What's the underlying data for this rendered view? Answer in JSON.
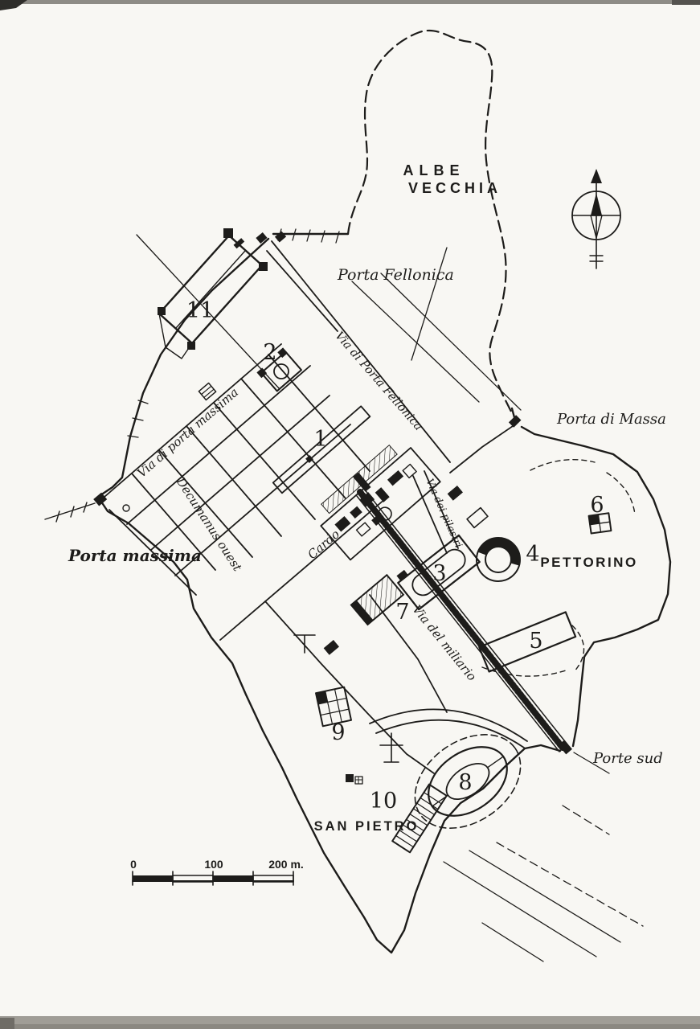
{
  "colors": {
    "ink": "#1d1c1a",
    "paper": "#f8f7f3"
  },
  "regions": {
    "albe_line1": "ALBE",
    "albe_line2": "VECCHIA",
    "pettorino": "PETTORINO",
    "san_pietro": "SAN PIETRO"
  },
  "gates": {
    "porta_fellonica": "Porta Fellonica",
    "porta_di_massa": "Porta di Massa",
    "porta_massima": "Porta massima",
    "porte_sud": "Porte sud"
  },
  "streets": {
    "via_di_porta_massima": "Via di porta massima",
    "via_di_porta_fellonica": "Via di Porta Fellonica",
    "decumanus_ouest": "Decumanus ouest",
    "cardo": "Cardo",
    "via_dei_pilastri": "Via dei pilastri",
    "via_del_miliario": "Via del miliario"
  },
  "markers": {
    "n1": "1",
    "n2": "2",
    "n3": "3",
    "n4": "4",
    "n5": "5",
    "n6": "6",
    "n7": "7",
    "n8": "8",
    "n9": "9",
    "n10": "10",
    "n11": "11"
  },
  "scale": {
    "t0": "0",
    "t100": "100",
    "t200": "200 m."
  },
  "icons": {
    "compass": "compass-rose-icon"
  }
}
